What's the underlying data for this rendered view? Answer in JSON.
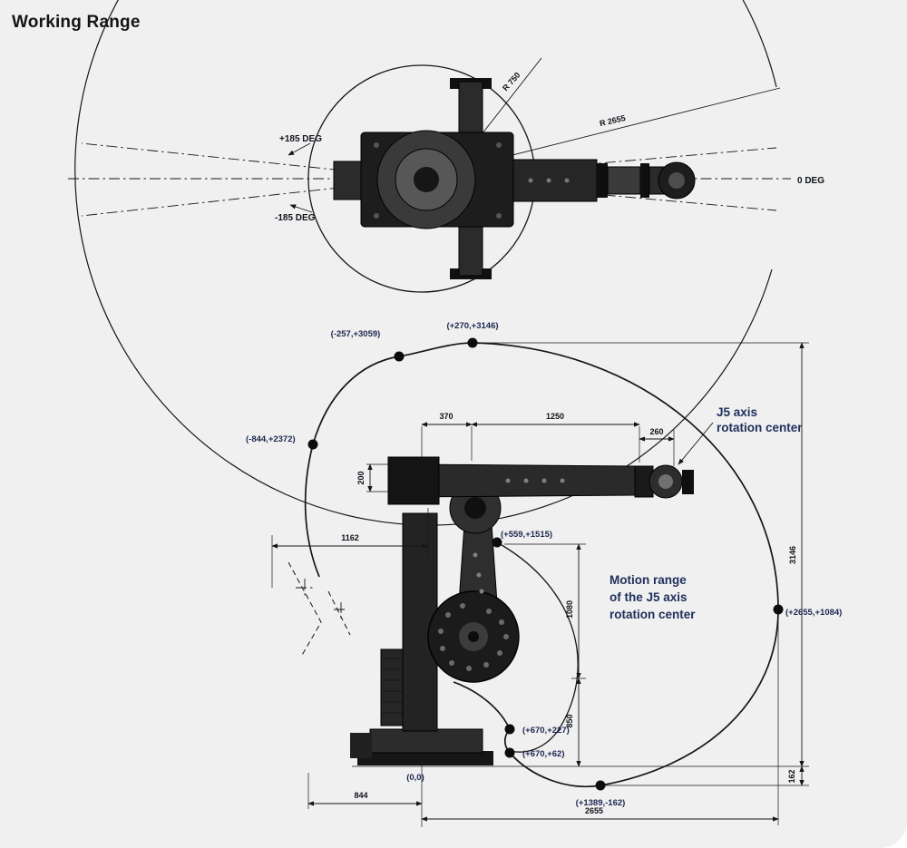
{
  "title": "Working Range",
  "colors": {
    "background": "#f0f0f0",
    "ink": "#161616",
    "annotation_text": "#20305c",
    "coordinate_text": "#1c2750"
  },
  "top_view": {
    "label_plus_rotation": "+185 DEG",
    "label_minus_rotation": "-185 DEG",
    "label_zero": "0 DEG",
    "radius_inner": "R 750",
    "radius_outer": "R 2655"
  },
  "side_view": {
    "dims": {
      "d370": "370",
      "d1250": "1250",
      "d260": "260",
      "d200": "200",
      "d1162": "1162",
      "d1080": "1080",
      "d850": "850",
      "d3146": "3146",
      "d162": "162",
      "d844": "844",
      "d2655": "2655"
    },
    "points": {
      "origin": "(0,0)",
      "top_left": "(-257,+3059)",
      "top": "(+270,+3146)",
      "left": "(-844,+2372)",
      "mid": "(+559,+1515)",
      "right": "(+2655,+1084)",
      "lower_a": "(+670,+227)",
      "lower_b": "(+670,+62)",
      "bottom": "(+1389,-162)"
    },
    "annotations": {
      "j5_line1": "J5 axis",
      "j5_line2": "rotation center",
      "motion_line1": "Motion range",
      "motion_line2": "of the J5 axis",
      "motion_line3": "rotation center"
    }
  }
}
